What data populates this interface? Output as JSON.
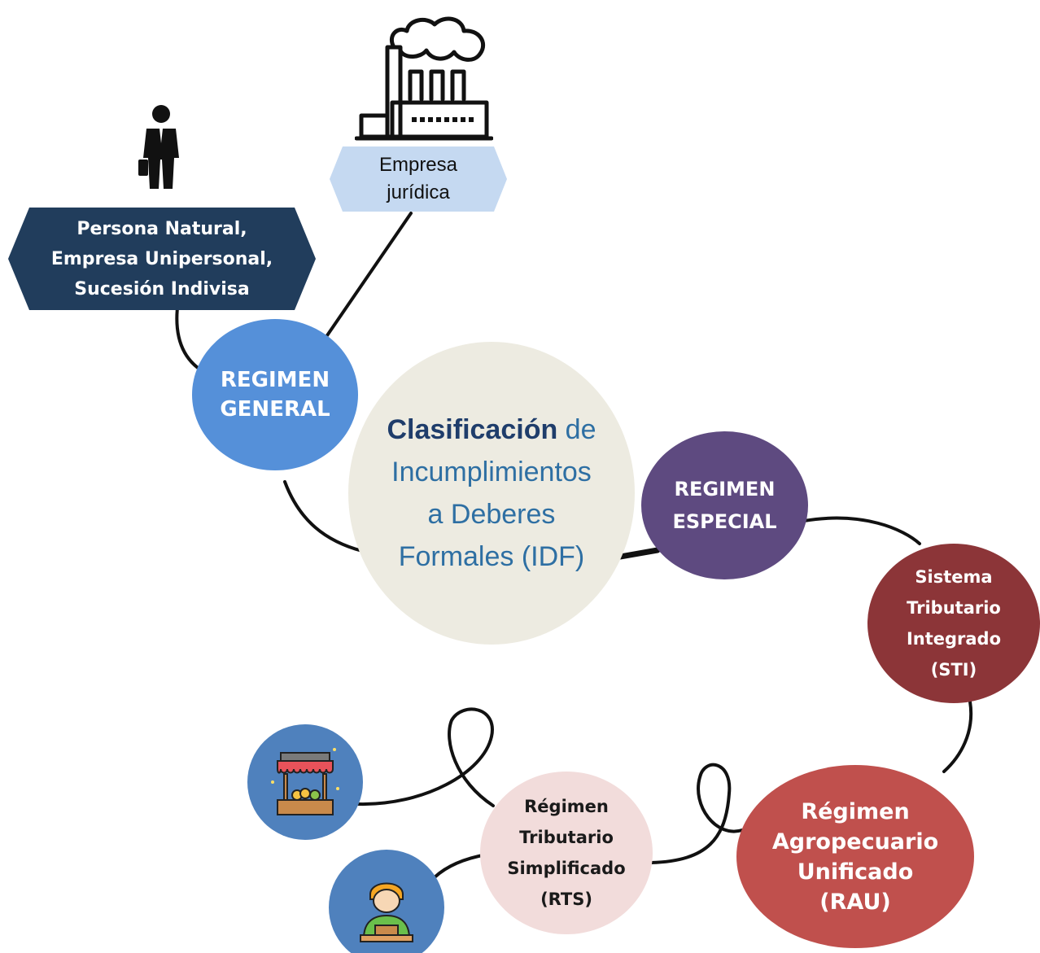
{
  "diagram": {
    "center": {
      "bold": "Clasificación",
      "rest_line1": " de",
      "line2": "Incumplimientos",
      "line3": "a Deberes",
      "line4": "Formales (IDF)"
    },
    "nodes": {
      "regimen_general": "REGIMEN\nGENERAL",
      "regimen_especial": "REGIMEN\nESPECIAL",
      "sti": "Sistema\nTributario\nIntegrado\n(STI)",
      "rau": "Régimen\nAgropecuario\nUnificado\n(RAU)",
      "rts": "Régimen\nTributario\nSimplificado\n(RTS)"
    },
    "labels": {
      "persona_natural": "Persona Natural,\nEmpresa Unipersonal,\nSucesión Indivisa",
      "empresa_juridica": "Empresa\njurídica"
    },
    "icons": {
      "businessman": "businessman-icon",
      "factory": "factory-icon",
      "market_stall": "market-stall-icon",
      "vendor": "street-vendor-icon"
    },
    "colors": {
      "regimen_general": "#5590d9",
      "center": "#edebe1",
      "center_bold": "#1f3d6b",
      "center_light": "#2e6fa3",
      "regimen_especial": "#5e4a80",
      "sti": "#8c3538",
      "rau": "#c0504d",
      "rts": "#f2dcdb",
      "rts_text": "#1a1a1a",
      "persona_hex": "#213d5c",
      "empresa_hex": "#c5d9f1",
      "icon_circle": "#4f81bd",
      "connector": "#111111"
    }
  }
}
